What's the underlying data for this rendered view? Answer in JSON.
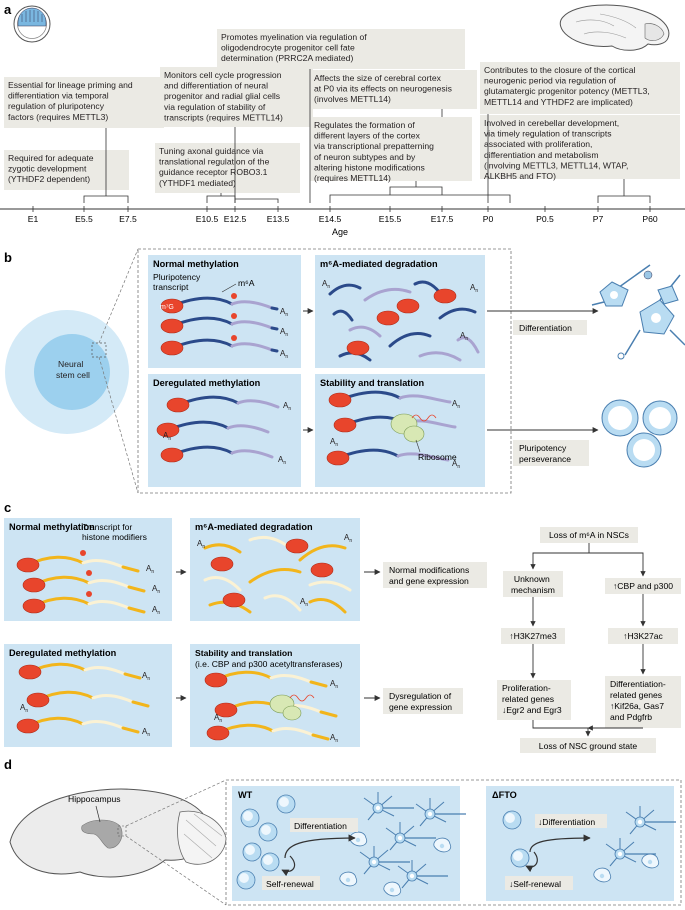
{
  "panel_labels": {
    "a": "a",
    "b": "b",
    "c": "c",
    "d": "d"
  },
  "colors": {
    "box": "#ebeae4",
    "panel": "#cde4f3",
    "cell": "#b9dcf2",
    "red": "#e8452c",
    "navy": "#2b4a8a",
    "lilac": "#a9a3d0",
    "yellow": "#f2b51b",
    "cream": "#fbf2d4",
    "ribo": "#d8e8b4"
  },
  "a": {
    "axis_title": "Age",
    "ticks": [
      "E1",
      "E5.5",
      "E7.5",
      "E10.5",
      "E12.5",
      "E13.5",
      "E14.5",
      "E15.5",
      "E17.5",
      "P0",
      "P0.5",
      "P7",
      "P60"
    ],
    "boxes": {
      "b1": [
        "Required for adequate",
        "zygotic development",
        "(YTHDF2 dependent)"
      ],
      "b2": [
        "Essential for lineage priming and",
        "differentiation via temporal",
        "regulation of pluripotency",
        "factors (requires METTL3)"
      ],
      "b3": [
        "Tuning axonal guidance via",
        "translational regulation of the",
        "guidance receptor ROBO3.1",
        "(YTHDF1 mediated)"
      ],
      "b4": [
        "Monitors cell cycle progression",
        "and differentiation of neural",
        "progenitor and radial glial cells",
        "via regulation of stability of",
        "transcripts (requires METTL14)"
      ],
      "b5": [
        "Promotes myelination via regulation of",
        "oligodendrocyte progenitor cell fate",
        "determination (PRRC2A mediated)"
      ],
      "b6": [
        "Affects the size of cerebral cortex",
        "at P0 via its effects on neurogenesis",
        "(involves METTL14)"
      ],
      "b7": [
        "Regulates the formation of",
        "different layers of the cortex",
        "via transcriptional prepatterning",
        "of neuron subtypes and by",
        "altering histone modifications",
        "(requires METTL14)"
      ],
      "b8": [
        "Contributes to the closure of the cortical",
        "neurogenic period via regulation of",
        "glutamatergic progenitor potency (METTL3,",
        "METTL14 and YTHDF2 are implicated)"
      ],
      "b9": [
        "Involved in cerebellar development,",
        "via timely regulation of  transcripts",
        "associated with proliferation,",
        "differentiation and metabolism",
        "(involving METTL3, METTL14, WTAP,",
        "ALKBH5 and FTO)"
      ]
    }
  },
  "b": {
    "neural_stem_cell": [
      "Neural",
      "stem cell"
    ],
    "normal_title": "Normal methylation",
    "pluri_label": [
      "Pluripotency",
      "transcript"
    ],
    "m6a_label": "m⁶A",
    "m7g_label": "m⁷G",
    "degradation_title": "m⁶A-mediated degradation",
    "dereg_title": "Deregulated methylation",
    "stability_title": "Stability and translation",
    "ribosome_label": "Ribosome",
    "differentiation_label": "Differentiation",
    "pluri_persev_label": [
      "Pluripotency",
      "perseverance"
    ],
    "polyA": "A"
  },
  "c": {
    "normal_title": "Normal methylation",
    "histone_label": [
      "Transcript for",
      "histone modifiers"
    ],
    "degradation_title": "m⁶A-mediated degradation",
    "normal_outcome": [
      "Normal modifications",
      "and gene expression"
    ],
    "dereg_title": "Deregulated methylation",
    "stability_title": [
      "Stability and translation",
      "(i.e. CBP and p300 acetyltransferases)"
    ],
    "dysreg_outcome": [
      "Dysregulation of",
      "gene expression"
    ],
    "flow": {
      "loss": "Loss of m⁶A in NSCs",
      "unknown": [
        "Unknown",
        "mechanism"
      ],
      "cbp": "↑CBP and p300",
      "h3k27me3": "↑H3K27me3",
      "h3k27ac": "↑H3K27ac",
      "prolif": [
        "Proliferation-",
        "related genes",
        "↓Egr2 and Egr3"
      ],
      "diff": [
        "Differentiation-",
        "related genes",
        "↑Kif26a, Gas7",
        "and Pdgfrb"
      ],
      "ground": "Loss of NSC ground state"
    }
  },
  "d": {
    "hippocampus": "Hippocampus",
    "wt": "WT",
    "dfto": "ΔFTO",
    "differentiation": "Differentiation",
    "self_renewal": "Self-renewal",
    "down_diff": "↓Differentiation",
    "down_self": "↓Self-renewal"
  }
}
